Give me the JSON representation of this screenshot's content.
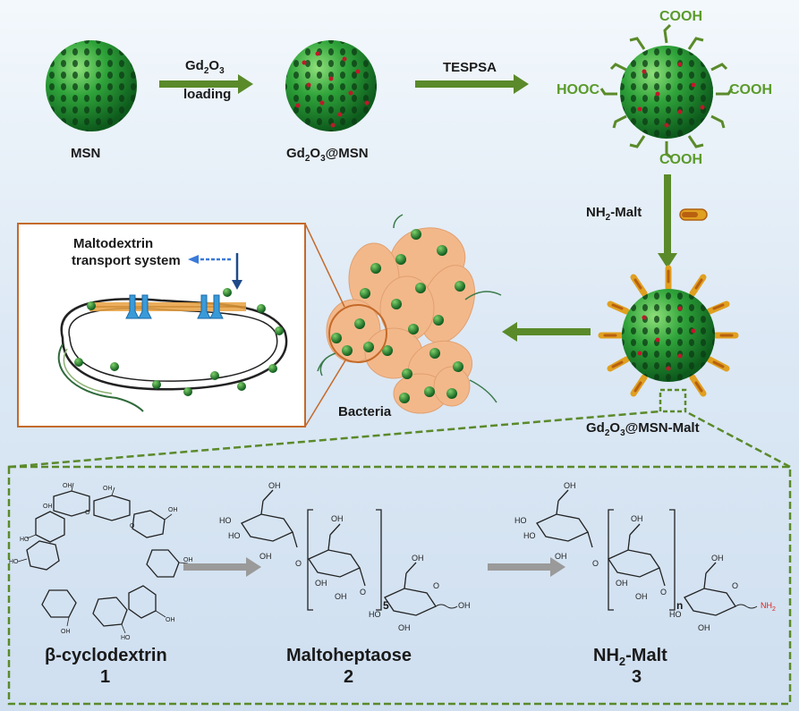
{
  "labels": {
    "msn": "MSN",
    "gd2o3_1": "Gd",
    "gd2o3_1_sub2": "2",
    "gd2o3_1_o": "O",
    "gd2o3_1_sub3": "3",
    "loading": "loading",
    "gd_msn_prefix": "Gd",
    "gd_msn_sub2": "2",
    "gd_msn_o": "O",
    "gd_msn_sub3": "3",
    "gd_msn_suffix": "@MSN",
    "tespsa": "TESPSA",
    "cooh_top": "COOH",
    "cooh_right": "COOH",
    "cooh_bottom": "COOH",
    "hooc_left": "HOOC",
    "nh2_malt_prefix": "NH",
    "nh2_malt_sub": "2",
    "nh2_malt_suffix": "-Malt",
    "final_prefix": "Gd",
    "final_sub2": "2",
    "final_o": "O",
    "final_sub3": "3",
    "final_suffix": "@MSN-Malt",
    "maltodextrin_line1": "Maltodextrin",
    "maltodextrin_line2": "transport system",
    "bacteria": "Bacteria",
    "cd_name": "β-cyclodextrin",
    "cd_num": "1",
    "mh_name": "Maltoheptaose",
    "mh_num": "2",
    "nm_prefix": "NH",
    "nm_sub": "2",
    "nm_suffix": "-Malt",
    "nm_num": "3",
    "rep5": "5",
    "repn": "n",
    "oh": "OH",
    "ho": "HO",
    "nh2_red": "NH",
    "nh2_red_sub": "2"
  },
  "colors": {
    "arrow_green": "#5a8a2a",
    "sphere_green": "#2e9a3a",
    "cooh_green": "#5a9a2a",
    "box_orange": "#c46a2a",
    "dash_green": "#5a8a2a",
    "gray_arrow": "#9a9a9a",
    "membrane_orange": "#e8a040",
    "transporter_blue": "#3a9ad8",
    "bacteria_fill": "#f0b080"
  }
}
